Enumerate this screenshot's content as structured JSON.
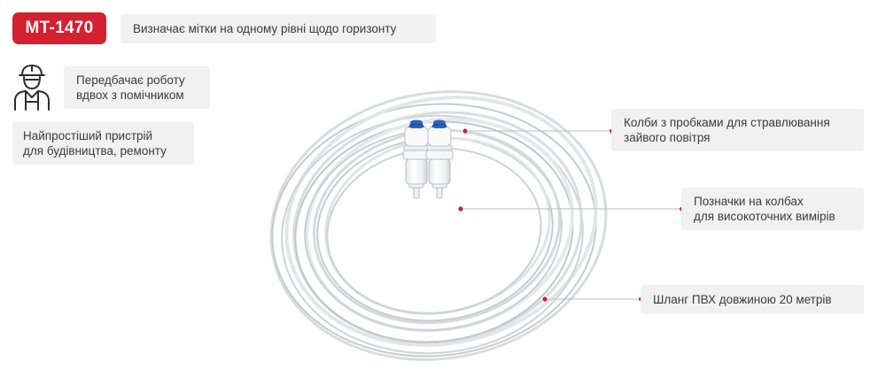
{
  "model": {
    "code": "MT-1470"
  },
  "features": {
    "horizon": "Визначає мітки на одному рівні щодо горизонту",
    "helper": [
      "Передбачає роботу",
      "вдвох з помічником"
    ],
    "simple": [
      "Найпростіший пристрій",
      "для будівництва, ремонту"
    ]
  },
  "callouts": {
    "flasks": [
      "Колби з пробками для стравлювання",
      "зайвого повітря"
    ],
    "marks": [
      "Позначки на колбах",
      "для високоточних вимірів"
    ],
    "hose": "Шланг ПВХ довжиною 20 метрів"
  },
  "icons": {
    "worker": "worker-icon"
  },
  "colors": {
    "accent": "#d4202f",
    "card_bg": "#f1f1f1",
    "cap_blue": "#1d4fa3",
    "text": "#3a3a3a"
  }
}
